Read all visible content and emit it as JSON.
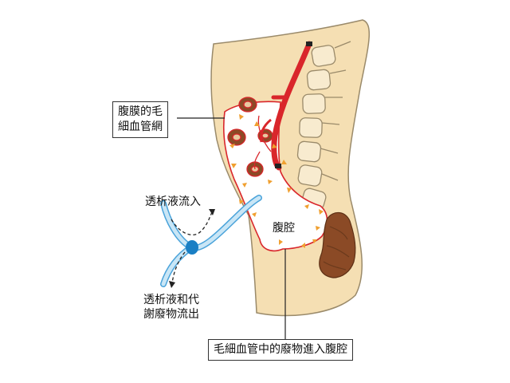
{
  "labels": {
    "capillary_line1": "腹膜的毛",
    "capillary_line2": "細血管網",
    "inflow": "透析液流入",
    "outflow_line1": "透析液和代",
    "outflow_line2": "謝廢物流出",
    "cavity": "腹腔",
    "waste_caption": "毛細血管中的廢物進入腹腔"
  },
  "colors": {
    "skin": "#f5dfb3",
    "outline": "#9a8a6a",
    "vessel_red": "#d9262b",
    "intestine": "#8b4a26",
    "catheter_fill": "#c9e6f6",
    "catheter_edge": "#4aa3da",
    "cuff": "#1a7fc4",
    "arrow_orange": "#f0a030"
  }
}
